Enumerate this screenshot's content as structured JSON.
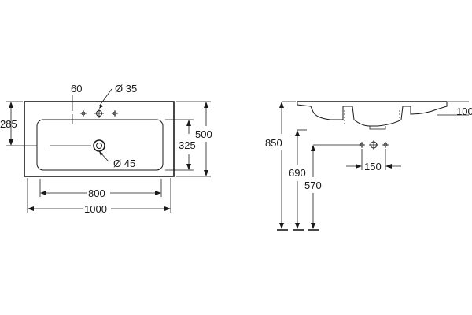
{
  "top_view": {
    "tap_hole_spacing": "60",
    "tap_hole_diameter": "Ø 35",
    "drain_diameter": "Ø 45",
    "overall_depth": "500",
    "bowl_depth": "325",
    "side_offset": "285",
    "bowl_width": "800",
    "overall_width": "1000"
  },
  "side_view": {
    "rim_height": "100",
    "floor_to_rim": "850",
    "floor_to_waste": "690",
    "floor_to_trap": "570",
    "tap_spacing": "150"
  }
}
